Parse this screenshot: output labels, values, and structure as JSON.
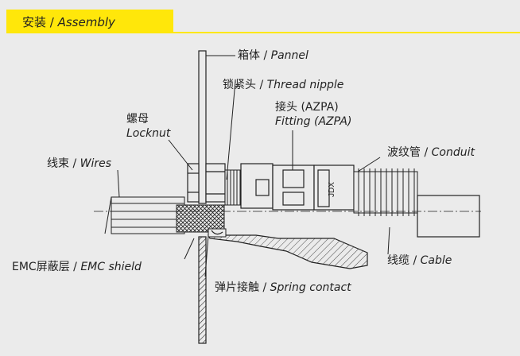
{
  "header": {
    "title_cn": "安装",
    "title_sep": " / ",
    "title_en": "Assembly"
  },
  "labels": {
    "panel": {
      "cn": "箱体",
      "sep": " / ",
      "en": "Pannel"
    },
    "thread_nipple": {
      "cn": "锁紧头",
      "sep": " / ",
      "en": "Thread nipple"
    },
    "locknut": {
      "cn": "螺母",
      "en": "Locknut"
    },
    "fitting": {
      "cn": "接头 (AZPA)",
      "en": "Fitting (AZPA)"
    },
    "conduit": {
      "cn": "波纹管",
      "sep": " / ",
      "en": "Conduit"
    },
    "wires": {
      "cn": "线束",
      "sep": " / ",
      "en": "Wires"
    },
    "cable": {
      "cn": "线缆",
      "sep": " / ",
      "en": "Cable"
    },
    "emc_shield": {
      "cn": "EMC屏蔽层",
      "sep": " / ",
      "en": "EMC shield"
    },
    "spring_contact": {
      "cn": "弹片接触",
      "sep": " / ",
      "en": "Spring contact"
    }
  },
  "fitting_marking": "JDX",
  "colors": {
    "accent": "#ffe70a",
    "background": "#ebebeb",
    "line": "#222222",
    "ink": "#222222"
  }
}
